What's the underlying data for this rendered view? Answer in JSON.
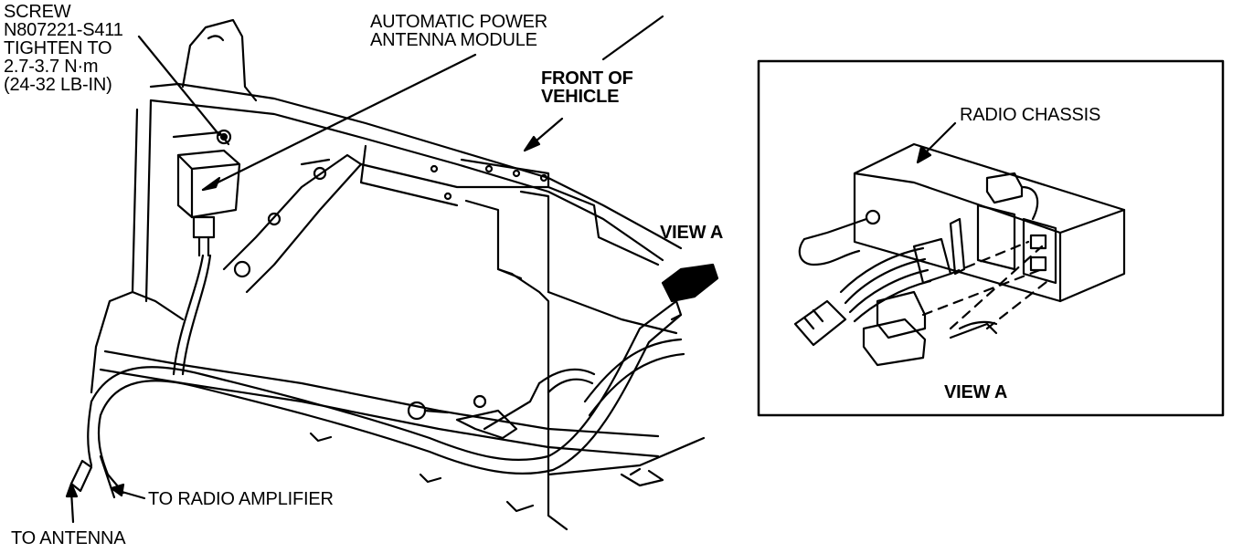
{
  "labels": {
    "screw": {
      "lines": [
        "SCREW",
        "N807221-S411",
        "TIGHTEN TO",
        "2.7-3.7 N·m",
        "(24-32 LB-IN)"
      ]
    },
    "module": {
      "lines": [
        "AUTOMATIC POWER",
        "ANTENNA MODULE"
      ]
    },
    "front_of_vehicle": {
      "lines": [
        "FRONT OF",
        "VEHICLE"
      ]
    },
    "view_a_pointer": "VIEW A",
    "radio_chassis": "RADIO CHASSIS",
    "view_a_caption": "VIEW A",
    "to_radio_amplifier": "TO RADIO AMPLIFIER",
    "to_antenna": "TO ANTENNA"
  },
  "colors": {
    "line": "#000000",
    "background": "#ffffff"
  }
}
